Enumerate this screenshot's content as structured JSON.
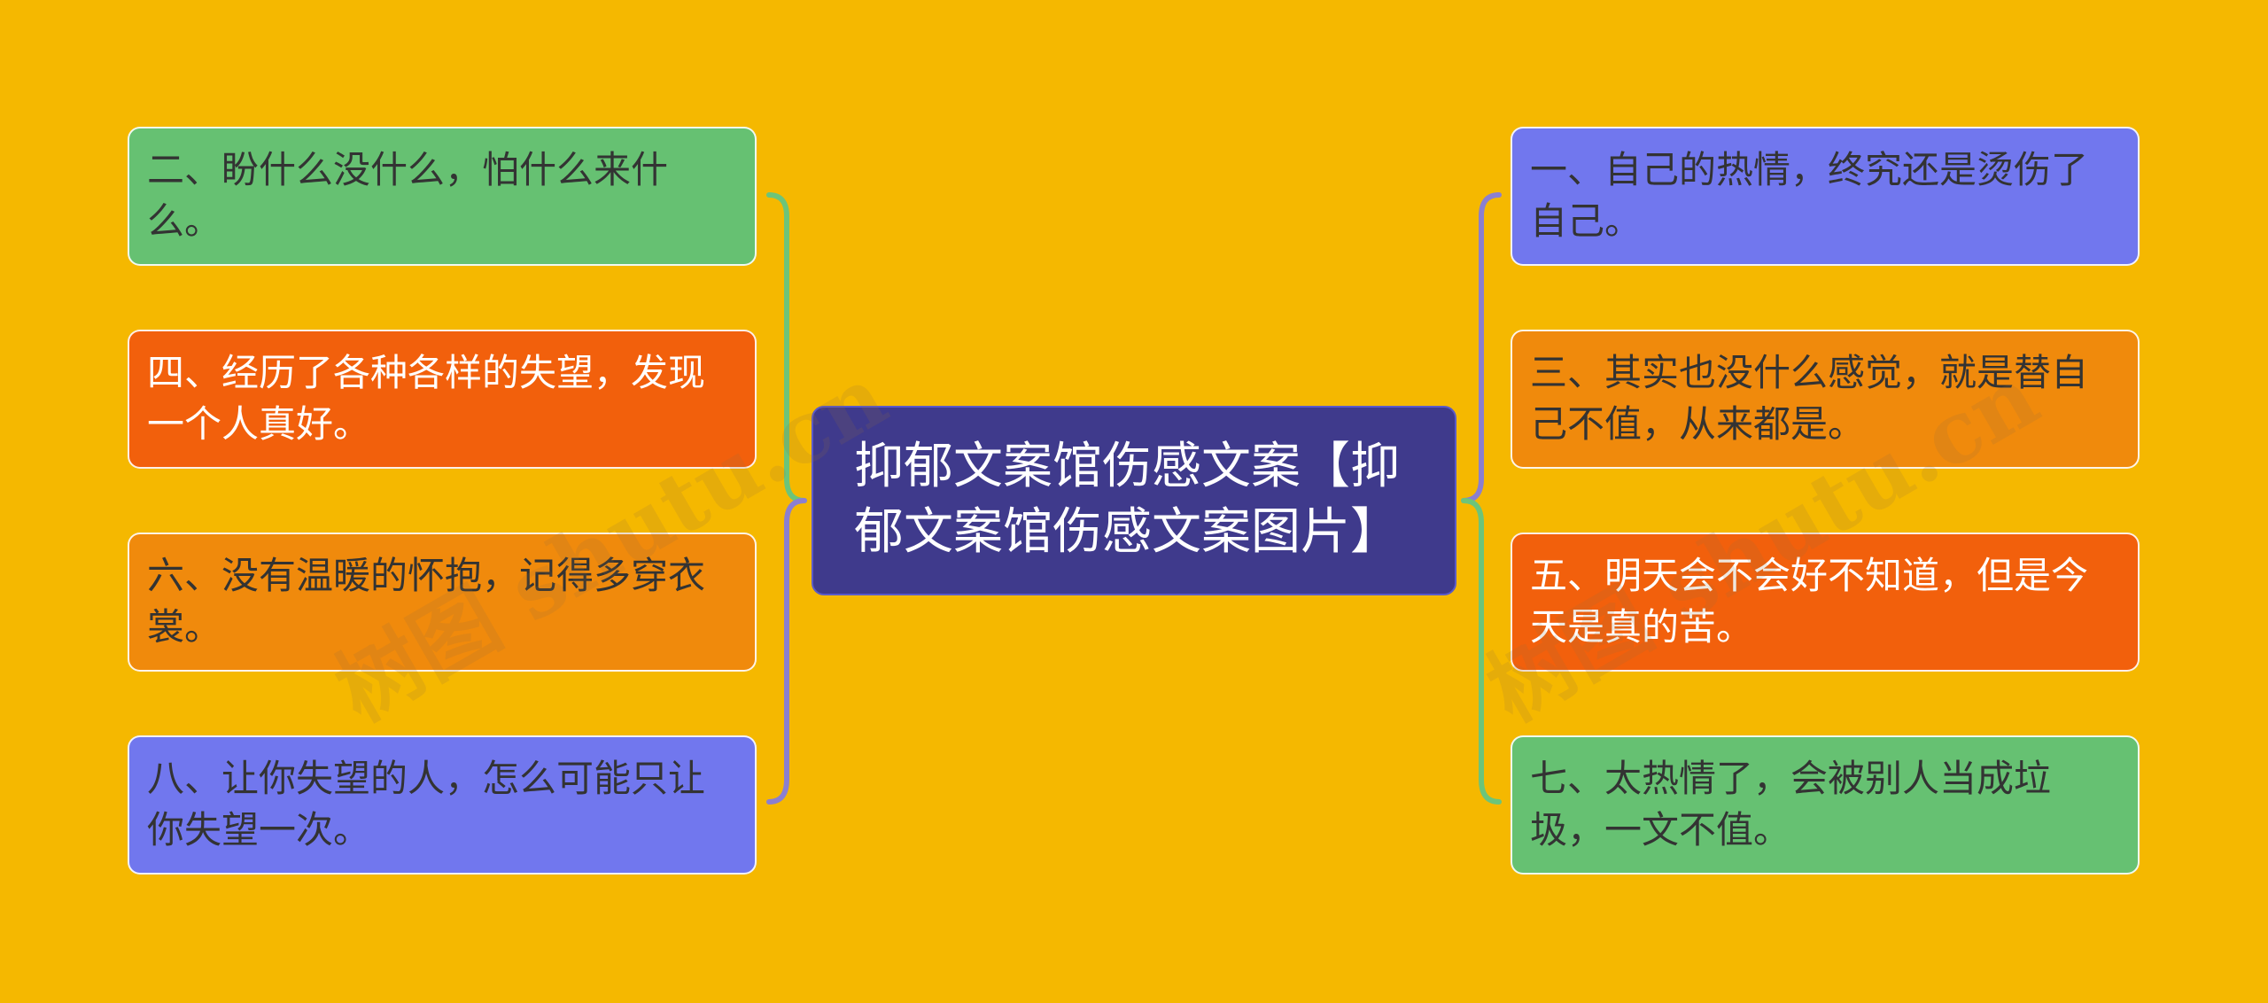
{
  "colors": {
    "background": "#f5b800",
    "center": "#3f3a8c",
    "green": "#66c172",
    "orange_red": "#f2600c",
    "orange": "#f08a0c",
    "purple": "#7177ee",
    "connector_green": "#6cc47a",
    "connector_purple": "#8b7fd0"
  },
  "center": {
    "title": "抑郁文案馆伤感文案【抑郁文案馆伤感文案图片】"
  },
  "nodes": [
    {
      "id": "left-1",
      "text": "二、盼什么没什么，怕什么来什么。",
      "color": "green"
    },
    {
      "id": "left-2",
      "text": "四、经历了各种各样的失望，发现一个人真好。",
      "color": "orange_red"
    },
    {
      "id": "left-3",
      "text": "六、没有温暖的怀抱，记得多穿衣裳。",
      "color": "orange"
    },
    {
      "id": "left-4",
      "text": "八、让你失望的人，怎么可能只让你失望一次。",
      "color": "purple"
    },
    {
      "id": "right-1",
      "text": "一、自己的热情，终究还是烫伤了自己。",
      "color": "purple"
    },
    {
      "id": "right-2",
      "text": "三、其实也没什么感觉，就是替自己不值，从来都是。",
      "color": "orange"
    },
    {
      "id": "right-3",
      "text": "五、明天会不会好不知道，但是今天是真的苦。",
      "color": "orange_red"
    },
    {
      "id": "right-4",
      "text": "七、太热情了，会被别人当成垃圾，一文不值。",
      "color": "green"
    }
  ],
  "watermark": {
    "text": "树图 shutu.cn"
  }
}
